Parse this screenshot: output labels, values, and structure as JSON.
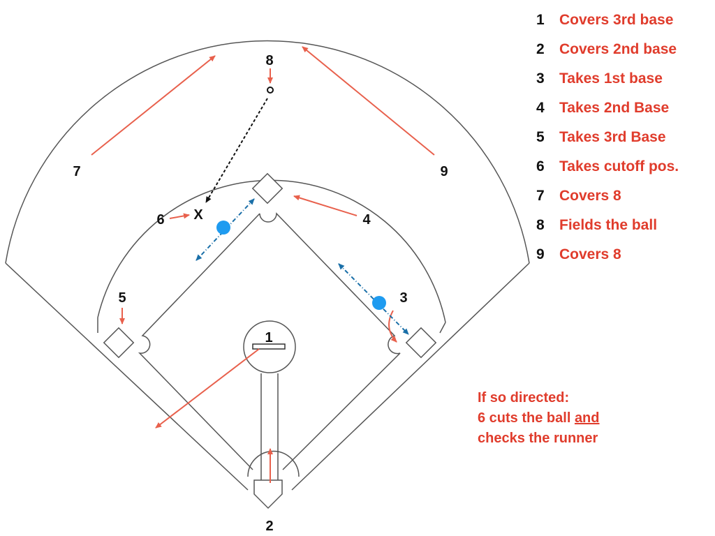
{
  "positions": {
    "p1": "1",
    "p2": "2",
    "p3": "3",
    "p4": "4",
    "p5": "5",
    "p6": "6",
    "p7": "7",
    "p8": "8",
    "p9": "9"
  },
  "field": {
    "x_marker": "X"
  },
  "legend": [
    {
      "num": "1",
      "text": "Covers 3rd base"
    },
    {
      "num": "2",
      "text": "Covers 2nd base"
    },
    {
      "num": "3",
      "text": "Takes 1st base"
    },
    {
      "num": "4",
      "text": "Takes 2nd Base"
    },
    {
      "num": "5",
      "text": "Takes 3rd Base"
    },
    {
      "num": "6",
      "text": "Takes cutoff pos."
    },
    {
      "num": "7",
      "text": "Covers 8"
    },
    {
      "num": "8",
      "text": "Fields the ball"
    },
    {
      "num": "9",
      "text": "Covers 8"
    }
  ],
  "note": {
    "line1": "If so directed:",
    "line2_pre": "6 cuts the ball ",
    "line2_underlined": "and",
    "line3": "checks the runner"
  },
  "colors": {
    "assignment_arrow": "#e8604c",
    "legend_text": "#e03c2c",
    "runner": "#1e9bf0",
    "runner_path": "#1a6fa8",
    "ball_path": "#111111",
    "field_lines": "#555555"
  }
}
